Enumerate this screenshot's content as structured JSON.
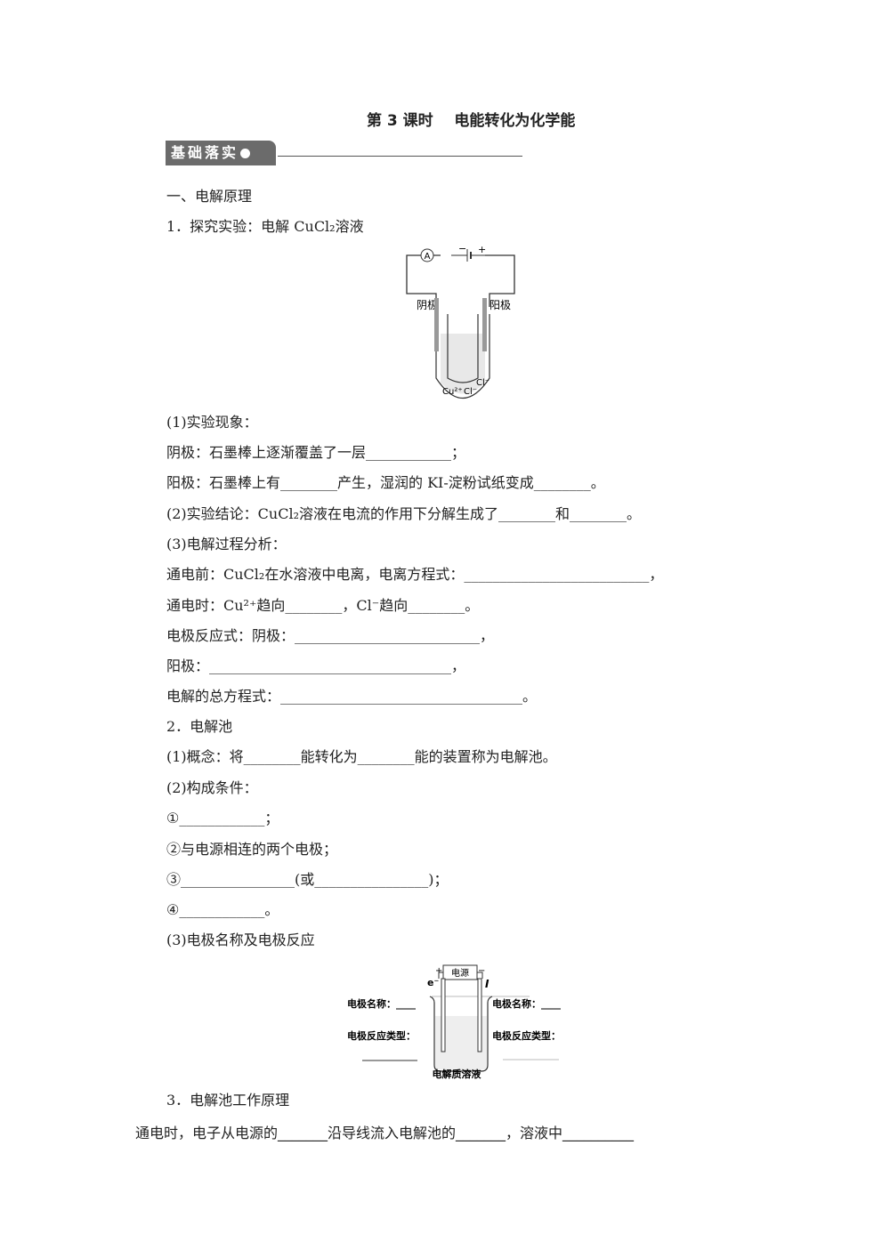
{
  "title": "第 3 课时    电能转化为化学能",
  "section_badge": "基础落实",
  "lines": [
    "一、电解原理",
    "1．探究实验：电解 CuCl₂溶液",
    "(1)实验现象：",
    "阴极：石墨棒上逐渐覆盖了一层____________；",
    "阳极：石墨棒上有________产生，湿润的 KI-淀粉试纸变成________。",
    "(2)实验结论：CuCl₂溶液在电流的作用下分解生成了________和________。",
    "(3)电解过程分析：",
    "通电前：CuCl₂在水溶液中电离，电离方程式：__________________________，",
    "通电时：Cu²⁺趋向________，Cl⁻趋向________。",
    "电极反应式：阴极：__________________________，",
    "阳极：__________________________________，",
    "电解的总方程式：__________________________________。",
    "2．电解池",
    "(1)概念：将________能转化为________能的装置称为电解池。",
    "(2)构成条件：",
    "①____________；",
    "②与电源相连的两个电极；",
    "③________________(或________________)；",
    "④____________。",
    "(3)电极名称及电极反应",
    "3．电解池工作原理",
    "通电时，电子从电源的_______沿导线流入电解池的_______，溶液中__________"
  ],
  "figure1": {
    "ammeter": "A",
    "minus": "−",
    "plus": "+",
    "cathode": "阴极",
    "anode": "阳极",
    "ions_cu": "Cu²⁺",
    "ions_cl": "Cl⁻",
    "ions_cl2": "Cl⁻"
  },
  "figure2": {
    "power": "电源",
    "plus": "+",
    "minus": "−",
    "electron": "e⁻",
    "current": "I",
    "left_name": "电极名称：____",
    "right_name": "电极名称：____",
    "left_type": "电极反应类型：",
    "right_type": "电极反应类型：",
    "solution": "电解质溶液"
  }
}
